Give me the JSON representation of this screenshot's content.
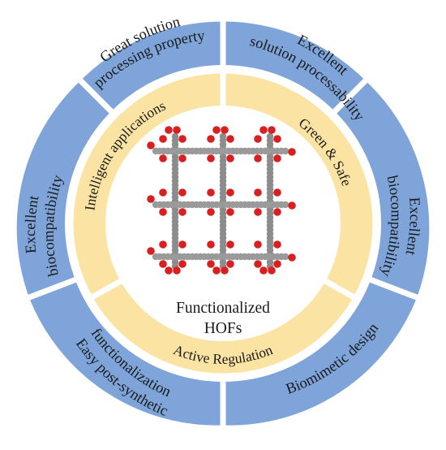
{
  "center": {
    "line1": "Functionalized",
    "line2": "HOFs"
  },
  "inner_ring": {
    "segments": [
      {
        "label": "Intelligent applications"
      },
      {
        "label": "Green & Safe"
      },
      {
        "label": "Active Regulation"
      }
    ]
  },
  "outer_ring": {
    "segments": [
      {
        "lines": [
          "Great solution",
          "processing property"
        ]
      },
      {
        "lines": [
          "Excellent",
          "solution processability"
        ]
      },
      {
        "lines": [
          "Excellent",
          "biocompatibility"
        ]
      },
      {
        "lines": [
          "Biomimetic design"
        ]
      },
      {
        "lines": [
          "Easy post-synthetic",
          "functionalization"
        ]
      },
      {
        "lines": [
          "Excellent",
          "biocompatibility"
        ]
      }
    ]
  },
  "colors": {
    "outer_ring": "#7ea4d9",
    "inner_ring": "#fbe3a4",
    "center": "#ffffff",
    "molecule_carbon": "#8c8c8c",
    "molecule_oxygen": "#d82020"
  },
  "center_graphic": "hof-molecular-framework"
}
